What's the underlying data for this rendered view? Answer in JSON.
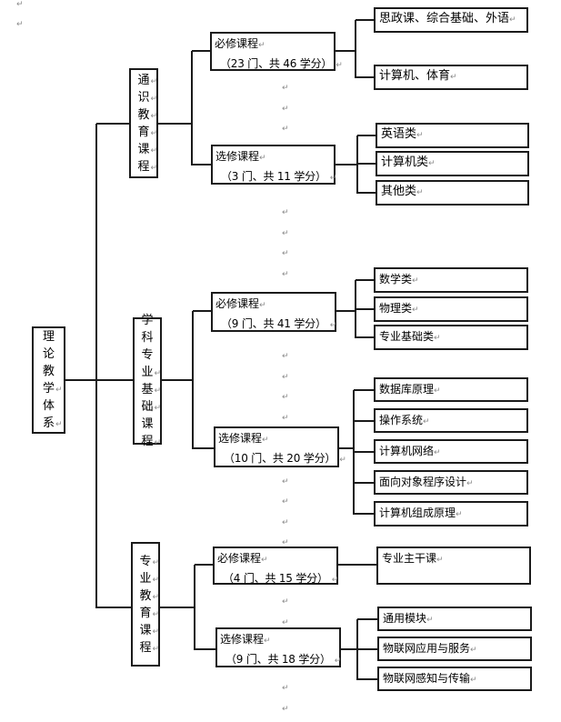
{
  "return_mark": "↵",
  "root": {
    "chars": [
      "理",
      "论",
      "教",
      "学",
      "体",
      "系"
    ],
    "marks": [
      false,
      false,
      false,
      true,
      false,
      true
    ]
  },
  "branches": [
    {
      "chars": [
        "通",
        "识",
        "教",
        "育",
        "课",
        "程"
      ],
      "marks": [
        true,
        true,
        true,
        true,
        true,
        true
      ],
      "required": {
        "title": "必修课程",
        "detail": "（23 门、共 46 学分）",
        "items": [
          "思政课、综合基础、外语",
          "计算机、体育"
        ]
      },
      "elective": {
        "title": "选修课程",
        "detail": "（3 门、共 11 学分）",
        "items": [
          "英语类",
          "计算机类",
          "其他类"
        ]
      }
    },
    {
      "chars": [
        "学",
        "科",
        "专",
        "业",
        "基",
        "础",
        "课",
        "程"
      ],
      "marks": [
        false,
        false,
        false,
        true,
        true,
        true,
        false,
        true
      ],
      "required": {
        "title": "必修课程",
        "detail": "（9 门、共 41 学分）",
        "items": [
          "数学类",
          "物理类",
          "专业基础类"
        ]
      },
      "elective": {
        "title": "选修课程",
        "detail": "（10 门、共 20 学分）",
        "items": [
          "数据库原理",
          "操作系统",
          "计算机网络",
          "面向对象程序设计",
          "计算机组成原理"
        ]
      }
    },
    {
      "chars": [
        "专",
        "业",
        "教",
        "育",
        "课",
        "程"
      ],
      "marks": [
        true,
        true,
        true,
        true,
        true,
        true
      ],
      "required": {
        "title": "必修课程",
        "detail": "（4 门、共 15 学分）",
        "items": [
          "专业主干课"
        ]
      },
      "elective": {
        "title": "选修课程",
        "detail": "（9 门、共 18 学分）",
        "items": [
          "通用模块",
          "物联网应用与服务",
          "物联网感知与传输"
        ]
      }
    }
  ]
}
